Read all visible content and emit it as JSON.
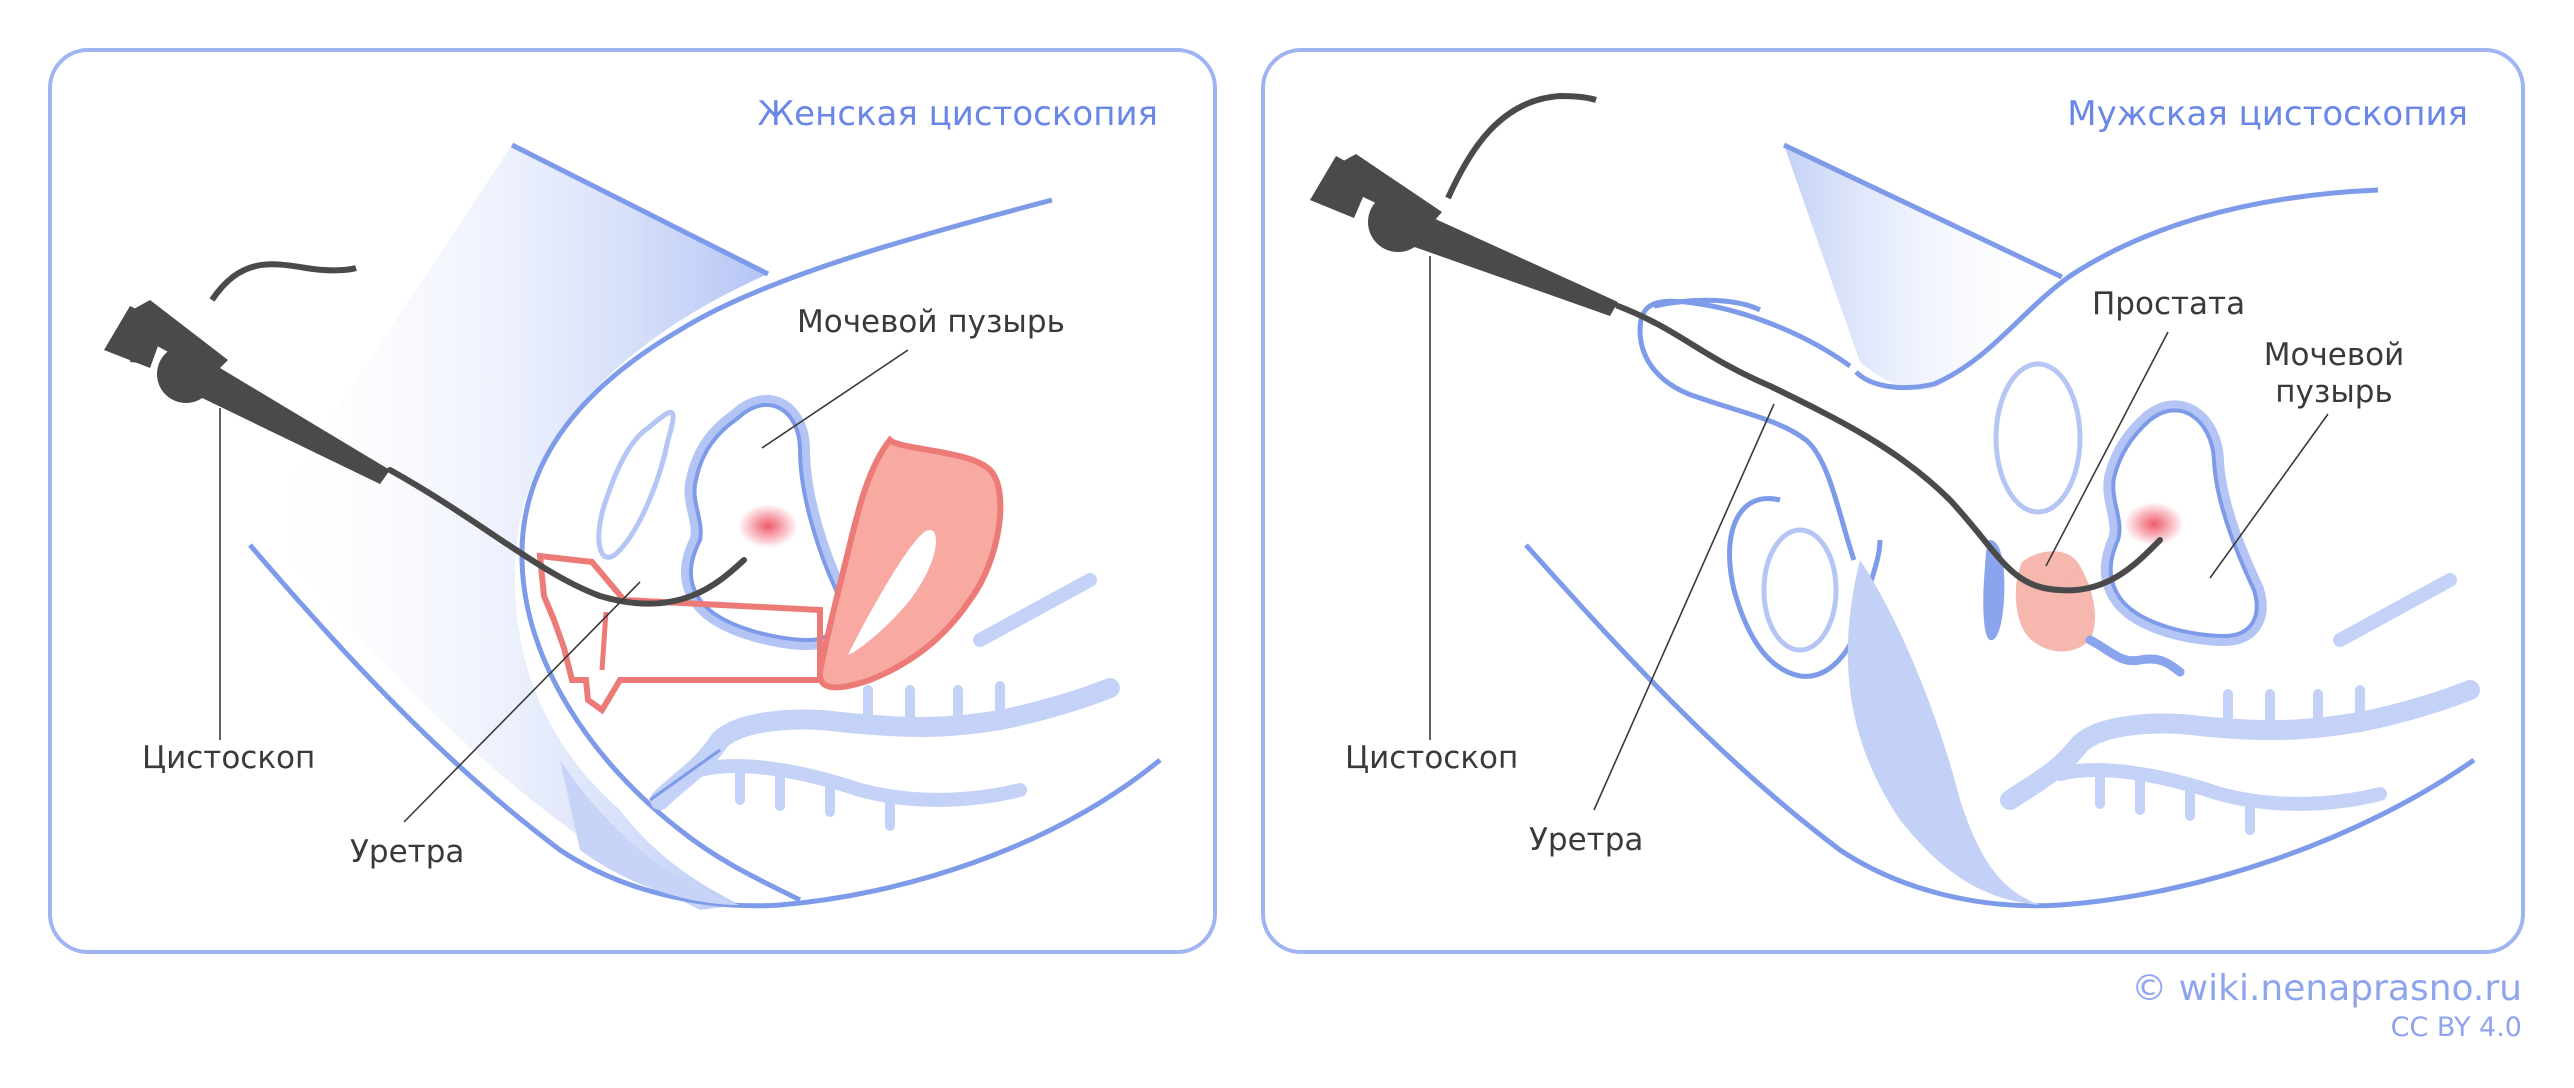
{
  "colors": {
    "outline": "#7e9bea",
    "outline_light": "#a9bcf3",
    "fill_light": "#dbe4fb",
    "uterus_fill": "#f7a9a2",
    "uterus_stroke": "#ec7b78",
    "prostate_fill": "#f6b7ae",
    "scope": "#4a4a4a",
    "text": "#3a3a3a",
    "title": "#6a86e6",
    "footer": "#8fa4ee"
  },
  "female_panel": {
    "title": "Женская цистоскопия",
    "labels": {
      "bladder": "Мочевой пузырь",
      "cystoscope": "Цистоскоп",
      "urethra": "Уретра"
    }
  },
  "male_panel": {
    "title": "Мужская цистоскопия",
    "labels": {
      "prostate": "Простата",
      "bladder_line1": "Мочевой",
      "bladder_line2": "пузырь",
      "cystoscope": "Цистоскоп",
      "urethra": "Уретра"
    }
  },
  "footer": {
    "site": "© wiki.nenaprasno.ru",
    "license": "CC BY 4.0"
  }
}
